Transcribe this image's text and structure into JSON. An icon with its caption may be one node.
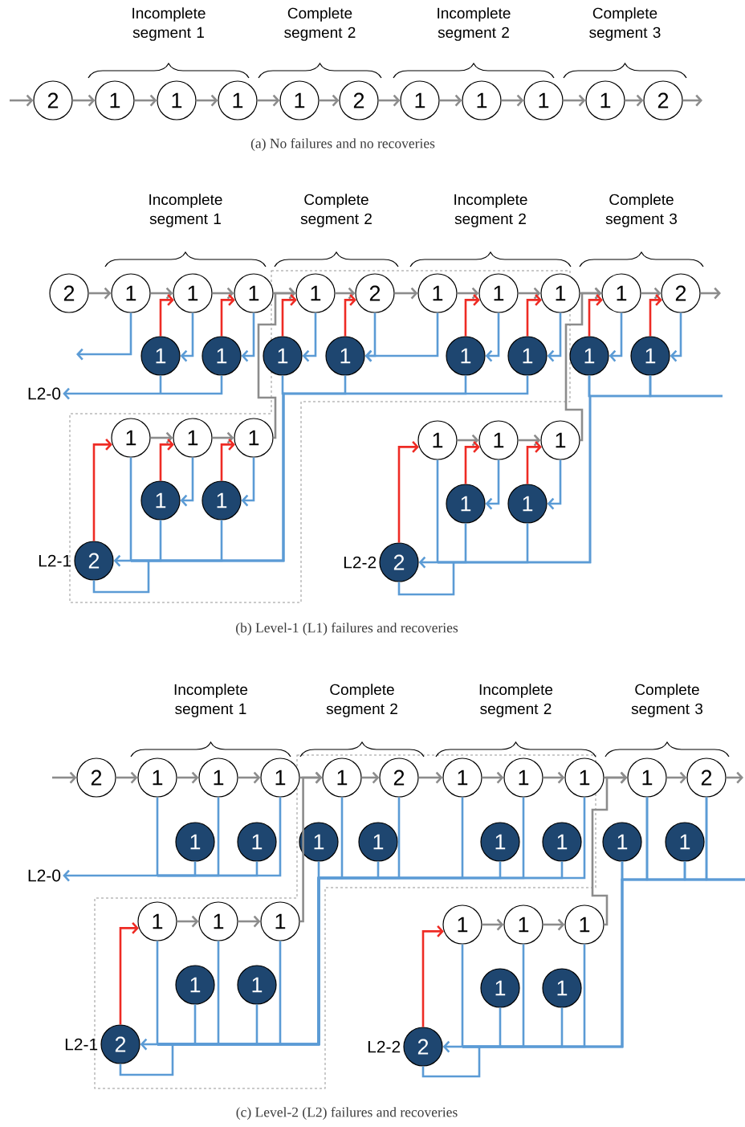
{
  "diagram": {
    "nodes": [
      {
        "text": [
          "2"
        ]
      },
      {
        "text": [
          "1"
        ]
      },
      {
        "text": [
          "1"
        ]
      },
      {
        "text": [
          "1"
        ]
      },
      {
        "text": [
          "1"
        ]
      },
      {
        "text": [
          "2"
        ]
      },
      {
        "text": [
          "1"
        ]
      },
      {
        "text": [
          "1"
        ]
      },
      {
        "text": [
          "1"
        ]
      },
      {
        "text": [
          "1"
        ]
      },
      {
        "text": [
          "2"
        ]
      },
      {
        "text": [
          "2"
        ]
      },
      {
        "text": [
          "1"
        ]
      },
      {
        "text": [
          "1"
        ]
      },
      {
        "text": [
          "1"
        ]
      },
      {
        "text": [
          "1"
        ]
      },
      {
        "text": [
          "2"
        ]
      },
      {
        "text": [
          "1"
        ]
      },
      {
        "text": [
          "1"
        ]
      },
      {
        "text": [
          "1"
        ]
      },
      {
        "text": [
          "1"
        ]
      },
      {
        "text": [
          "2"
        ]
      },
      {
        "text": [
          "1"
        ]
      },
      {
        "text": [
          "1"
        ]
      },
      {
        "text": [
          "1"
        ]
      },
      {
        "text": [
          "1"
        ]
      },
      {
        "text": [
          "1"
        ]
      },
      {
        "text": [
          "1"
        ]
      },
      {
        "text": [
          "1"
        ]
      },
      {
        "text": [
          "1"
        ]
      },
      {
        "text": [
          "L2-0"
        ]
      },
      {
        "text": [
          "1"
        ]
      },
      {
        "text": [
          "1"
        ]
      },
      {
        "text": [
          "1"
        ]
      },
      {
        "text": [
          "1"
        ]
      },
      {
        "text": [
          "1"
        ]
      },
      {
        "text": [
          "2"
        ],
        "beside": [
          "L2-1"
        ]
      },
      {
        "text": [
          "1"
        ]
      },
      {
        "text": [
          "1"
        ]
      },
      {
        "text": [
          "1"
        ]
      },
      {
        "text": [
          "1"
        ]
      },
      {
        "text": [
          "1"
        ]
      },
      {
        "text": [
          "2"
        ],
        "beside": [
          "L2-2"
        ]
      },
      {
        "text": [
          "2"
        ]
      },
      {
        "text": [
          "1"
        ]
      },
      {
        "text": [
          "1"
        ]
      },
      {
        "text": [
          "1"
        ]
      },
      {
        "text": [
          "1"
        ]
      },
      {
        "text": [
          "2"
        ]
      },
      {
        "text": [
          "1"
        ]
      },
      {
        "text": [
          "1"
        ]
      },
      {
        "text": [
          "1"
        ]
      },
      {
        "text": [
          "1"
        ]
      },
      {
        "text": [
          "2"
        ]
      },
      {
        "text": [
          "1"
        ]
      },
      {
        "text": [
          "1"
        ]
      },
      {
        "text": [
          "1"
        ]
      },
      {
        "text": [
          "1"
        ]
      },
      {
        "text": [
          "1"
        ]
      },
      {
        "text": [
          "1"
        ]
      },
      {
        "text": [
          "1"
        ]
      },
      {
        "text": [
          "1"
        ]
      },
      {
        "text": [
          "L2-0"
        ]
      },
      {
        "text": [
          "1"
        ]
      },
      {
        "text": [
          "1"
        ]
      },
      {
        "text": [
          "1"
        ]
      },
      {
        "text": [
          "1"
        ]
      },
      {
        "text": [
          "1"
        ]
      },
      {
        "text": [
          "2"
        ],
        "beside": [
          "L2-1"
        ]
      },
      {
        "text": [
          "1"
        ]
      },
      {
        "text": [
          "1"
        ]
      },
      {
        "text": [
          "1"
        ]
      },
      {
        "text": [
          "1"
        ]
      },
      {
        "text": [
          "1"
        ]
      },
      {
        "text": [
          "2"
        ],
        "beside": [
          "L2-2"
        ]
      }
    ],
    "edges": [
      {
        "from": null,
        "to": 0,
        "arrow": "to",
        "color": "#8c8c8c"
      },
      {
        "from": 0,
        "to": 1,
        "arrow": "to",
        "color": "#8c8c8c"
      },
      {
        "from": 1,
        "to": 2,
        "arrow": "to",
        "color": "#8c8c8c"
      },
      {
        "from": 2,
        "to": 3,
        "arrow": "to",
        "color": "#8c8c8c"
      },
      {
        "from": 3,
        "to": 4,
        "arrow": "to",
        "color": "#8c8c8c"
      },
      {
        "from": 4,
        "to": 5,
        "arrow": "to",
        "color": "#8c8c8c"
      },
      {
        "from": 5,
        "to": 6,
        "arrow": "to",
        "color": "#8c8c8c"
      },
      {
        "from": 6,
        "to": 7,
        "arrow": "to",
        "color": "#8c8c8c"
      },
      {
        "from": 7,
        "to": 8,
        "arrow": "to",
        "color": "#8c8c8c"
      },
      {
        "from": 8,
        "to": 9,
        "arrow": "to",
        "color": "#8c8c8c"
      },
      {
        "from": 9,
        "to": 10,
        "arrow": "to",
        "color": "#8c8c8c"
      },
      {
        "from": 10,
        "to": null,
        "arrow": "to",
        "color": "#8c8c8c"
      },
      {
        "from": 11,
        "to": 12,
        "arrow": "to",
        "color": "#8c8c8c"
      },
      {
        "from": 12,
        "to": 13,
        "arrow": "to",
        "color": "#8c8c8c"
      },
      {
        "from": 13,
        "to": 14,
        "arrow": "to",
        "color": "#8c8c8c"
      },
      {
        "from": 14,
        "to": 15,
        "arrow": "to",
        "color": "#8c8c8c"
      },
      {
        "from": 15,
        "to": 16,
        "arrow": "to",
        "color": "#8c8c8c"
      },
      {
        "from": 16,
        "to": 17,
        "arrow": "to",
        "color": "#8c8c8c"
      },
      {
        "from": 17,
        "to": 18,
        "arrow": "to",
        "color": "#8c8c8c"
      },
      {
        "from": 18,
        "to": 19,
        "arrow": "to",
        "color": "#8c8c8c"
      },
      {
        "from": 19,
        "to": 20,
        "arrow": "to",
        "color": "#8c8c8c"
      },
      {
        "from": 20,
        "to": 21,
        "arrow": "to",
        "color": "#8c8c8c"
      },
      {
        "from": 21,
        "to": null,
        "arrow": "to",
        "color": "#8c8c8c"
      },
      {
        "from": 31,
        "to": 32,
        "arrow": "to",
        "color": "#8c8c8c"
      },
      {
        "from": 32,
        "to": 33,
        "arrow": "to",
        "color": "#8c8c8c"
      },
      {
        "from": 33,
        "to": 15,
        "arrow": "to",
        "color": "#8c8c8c"
      },
      {
        "from": 37,
        "to": 38,
        "arrow": "to",
        "color": "#8c8c8c"
      },
      {
        "from": 38,
        "to": 39,
        "arrow": "to",
        "color": "#8c8c8c"
      },
      {
        "from": 39,
        "to": 20,
        "arrow": "to",
        "color": "#8c8c8c"
      },
      {
        "from": 22,
        "to": 13,
        "arrow": "to",
        "color": "#ee2b24"
      },
      {
        "from": 23,
        "to": 14,
        "arrow": "to",
        "color": "#ee2b24"
      },
      {
        "from": 24,
        "to": 15,
        "arrow": "to",
        "color": "#ee2b24"
      },
      {
        "from": 25,
        "to": 16,
        "arrow": "to",
        "color": "#ee2b24"
      },
      {
        "from": 26,
        "to": 18,
        "arrow": "to",
        "color": "#ee2b24"
      },
      {
        "from": 27,
        "to": 19,
        "arrow": "to",
        "color": "#ee2b24"
      },
      {
        "from": 28,
        "to": 20,
        "arrow": "to",
        "color": "#ee2b24"
      },
      {
        "from": 29,
        "to": 21,
        "arrow": "to",
        "color": "#ee2b24"
      },
      {
        "from": 36,
        "to": 31,
        "arrow": "to",
        "color": "#ee2b24"
      },
      {
        "from": 34,
        "to": 32,
        "arrow": "to",
        "color": "#ee2b24"
      },
      {
        "from": 35,
        "to": 33,
        "arrow": "to",
        "color": "#ee2b24"
      },
      {
        "from": 42,
        "to": 37,
        "arrow": "to",
        "color": "#ee2b24"
      },
      {
        "from": 40,
        "to": 38,
        "arrow": "to",
        "color": "#ee2b24"
      },
      {
        "from": 41,
        "to": 39,
        "arrow": "to",
        "color": "#ee2b24"
      },
      {
        "from": 12,
        "to": null,
        "arrow": "to"
      },
      {
        "from": 13,
        "to": 22,
        "arrow": "to"
      },
      {
        "from": 14,
        "to": 23,
        "arrow": "to"
      },
      {
        "from": 15,
        "to": 24,
        "arrow": "to"
      },
      {
        "from": 16,
        "to": 25,
        "arrow": "to"
      },
      {
        "from": 17,
        "to": 25,
        "arrow": "to"
      },
      {
        "from": 18,
        "to": 26,
        "arrow": "to"
      },
      {
        "from": 19,
        "to": 27,
        "arrow": "to"
      },
      {
        "from": 20,
        "to": 28,
        "arrow": "to"
      },
      {
        "from": 21,
        "to": 29,
        "arrow": "to"
      },
      {
        "from": 32,
        "to": 34,
        "arrow": "to"
      },
      {
        "from": 33,
        "to": 35,
        "arrow": "to"
      },
      {
        "from": 38,
        "to": 40,
        "arrow": "to"
      },
      {
        "from": 39,
        "to": 41,
        "arrow": "to"
      },
      {
        "from": 22,
        "to": 30,
        "arrow": "to"
      },
      {
        "from": 23,
        "to": 30,
        "arrow": "to"
      },
      {
        "from": 24,
        "to": 36,
        "arrow": "to"
      },
      {
        "from": 25,
        "to": 36,
        "arrow": "to"
      },
      {
        "from": 26,
        "to": 36,
        "arrow": "to"
      },
      {
        "from": 27,
        "to": 36,
        "arrow": "to"
      },
      {
        "from": 31,
        "to": 36,
        "arrow": "to"
      },
      {
        "from": 34,
        "to": 36,
        "arrow": "to"
      },
      {
        "from": 35,
        "to": 36,
        "arrow": "to"
      },
      {
        "from": 36,
        "to": 36,
        "arrow": "none"
      },
      {
        "from": 28,
        "to": 42,
        "arrow": "to"
      },
      {
        "from": 29,
        "to": 42,
        "arrow": "to"
      },
      {
        "from": 28,
        "to": null,
        "arrow": "none"
      },
      {
        "from": 29,
        "to": null,
        "arrow": "none"
      },
      {
        "from": 37,
        "to": 42,
        "arrow": "to"
      },
      {
        "from": 40,
        "to": 42,
        "arrow": "to"
      },
      {
        "from": 41,
        "to": 42,
        "arrow": "to"
      },
      {
        "from": 42,
        "to": 42,
        "arrow": "none"
      },
      {
        "from": null,
        "to": 43,
        "arrow": "to",
        "color": "#8c8c8c"
      },
      {
        "from": 43,
        "to": 44,
        "arrow": "to",
        "color": "#8c8c8c"
      },
      {
        "from": 44,
        "to": 45,
        "arrow": "to",
        "color": "#8c8c8c"
      },
      {
        "from": 45,
        "to": 46,
        "arrow": "to",
        "color": "#8c8c8c"
      },
      {
        "from": 46,
        "to": 47,
        "arrow": "to",
        "color": "#8c8c8c"
      },
      {
        "from": 47,
        "to": 48,
        "arrow": "to",
        "color": "#8c8c8c"
      },
      {
        "from": 48,
        "to": 49,
        "arrow": "to",
        "color": "#8c8c8c"
      },
      {
        "from": 49,
        "to": 50,
        "arrow": "to",
        "color": "#8c8c8c"
      },
      {
        "from": 50,
        "to": 51,
        "arrow": "to",
        "color": "#8c8c8c"
      },
      {
        "from": 51,
        "to": 52,
        "arrow": "to",
        "color": "#8c8c8c"
      },
      {
        "from": 52,
        "to": 53,
        "arrow": "to",
        "color": "#8c8c8c"
      },
      {
        "from": 53,
        "to": null,
        "arrow": "to",
        "color": "#8c8c8c"
      },
      {
        "from": 63,
        "to": 64,
        "arrow": "to",
        "color": "#8c8c8c"
      },
      {
        "from": 64,
        "to": 65,
        "arrow": "to",
        "color": "#8c8c8c"
      },
      {
        "from": 65,
        "to": 47,
        "arrow": "to",
        "color": "#8c8c8c"
      },
      {
        "from": 69,
        "to": 70,
        "arrow": "to",
        "color": "#8c8c8c"
      },
      {
        "from": 70,
        "to": 71,
        "arrow": "to",
        "color": "#8c8c8c"
      },
      {
        "from": 71,
        "to": 52,
        "arrow": "to",
        "color": "#8c8c8c"
      },
      {
        "from": 68,
        "to": 63,
        "arrow": "to",
        "color": "#ee2b24"
      },
      {
        "from": 74,
        "to": 69,
        "arrow": "to",
        "color": "#ee2b24"
      },
      {
        "from": 44,
        "to": 62,
        "arrow": "to"
      },
      {
        "from": 54,
        "to": 62,
        "arrow": "to"
      },
      {
        "from": 45,
        "to": 62,
        "arrow": "to"
      },
      {
        "from": 55,
        "to": 62,
        "arrow": "to"
      },
      {
        "from": 46,
        "to": 62,
        "arrow": "to"
      },
      {
        "from": 56,
        "to": 68,
        "arrow": "to"
      },
      {
        "from": 47,
        "to": 68,
        "arrow": "to"
      },
      {
        "from": 57,
        "to": 68,
        "arrow": "to"
      },
      {
        "from": 48,
        "to": 68,
        "arrow": "to"
      },
      {
        "from": 49,
        "to": 68,
        "arrow": "to"
      },
      {
        "from": 58,
        "to": 68,
        "arrow": "to"
      },
      {
        "from": 50,
        "to": 68,
        "arrow": "to"
      },
      {
        "from": 59,
        "to": 68,
        "arrow": "to"
      },
      {
        "from": 51,
        "to": 68,
        "arrow": "to"
      },
      {
        "from": 63,
        "to": 68,
        "arrow": "to"
      },
      {
        "from": 66,
        "to": 68,
        "arrow": "to"
      },
      {
        "from": 64,
        "to": 68,
        "arrow": "to"
      },
      {
        "from": 67,
        "to": 68,
        "arrow": "to"
      },
      {
        "from": 65,
        "to": 68,
        "arrow": "to"
      },
      {
        "from": 68,
        "to": 68,
        "arrow": "none"
      },
      {
        "from": 60,
        "to": 74,
        "arrow": "to"
      },
      {
        "from": 52,
        "to": 74,
        "arrow": "to"
      },
      {
        "from": 61,
        "to": 74,
        "arrow": "to"
      },
      {
        "from": 53,
        "to": 74,
        "arrow": "to"
      },
      {
        "from": 60,
        "to": null,
        "arrow": "none"
      },
      {
        "from": 52,
        "to": null,
        "arrow": "none"
      },
      {
        "from": 61,
        "to": null,
        "arrow": "none"
      },
      {
        "from": 53,
        "to": null,
        "arrow": "none"
      },
      {
        "from": 69,
        "to": 74,
        "arrow": "to"
      },
      {
        "from": 72,
        "to": 74,
        "arrow": "to"
      },
      {
        "from": 70,
        "to": 74,
        "arrow": "to"
      },
      {
        "from": 73,
        "to": 74,
        "arrow": "to"
      },
      {
        "from": 71,
        "to": 74,
        "arrow": "to"
      },
      {
        "from": 74,
        "to": 74,
        "arrow": "none"
      }
    ],
    "labels": [
      "Incomplete segment 1",
      "Complete segment 2",
      "Incomplete segment 2",
      "Complete segment 3",
      "(a) No failures and no recoveries",
      "Incomplete segment 1",
      "Complete segment 2",
      "Incomplete segment 2",
      "Complete segment 3",
      "(b) Level-1 (L1) failures and recoveries",
      "Incomplete segment 1",
      "Complete segment 2",
      "Incomplete segment 2",
      "Complete segment 3",
      "(c) Level-2 (L2) failures and recoveries"
    ]
  }
}
